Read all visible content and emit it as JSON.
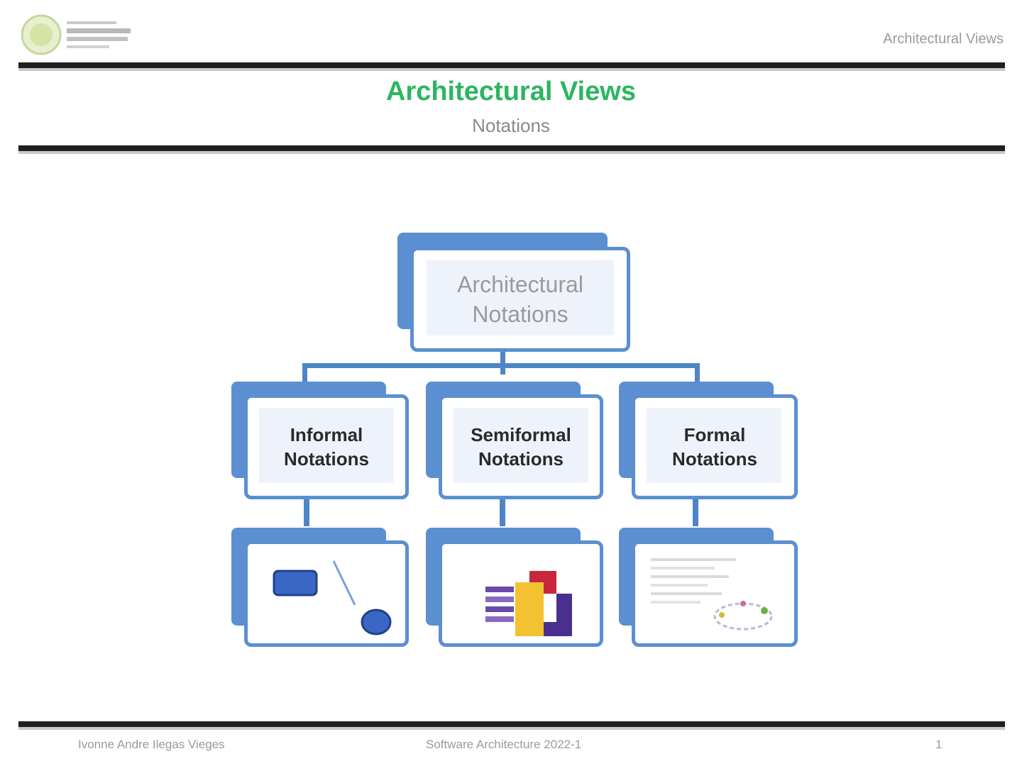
{
  "header": {
    "logo_name": "university-logo",
    "title": "Architectural Views"
  },
  "slide": {
    "title": "Architectural Views",
    "subtitle": "Notations"
  },
  "diagram": {
    "root": {
      "line1": "Architectural",
      "line2": "Notations"
    },
    "categories": [
      {
        "line1": "Informal",
        "line2": "Notations",
        "image": "informal-diagram-image"
      },
      {
        "line1": "Semiformal",
        "line2": "Notations",
        "image": "uml-logo-image"
      },
      {
        "line1": "Formal",
        "line2": "Notations",
        "image": "formal-spec-image"
      }
    ]
  },
  "footer": {
    "author": "Ivonne Andre Ilegas Vieges",
    "course": "Software Architecture 2022-1",
    "page": "1"
  },
  "colors": {
    "accent_green": "#2db561",
    "box_blue": "#5b8fd1",
    "connector_blue": "#4d86c6"
  }
}
